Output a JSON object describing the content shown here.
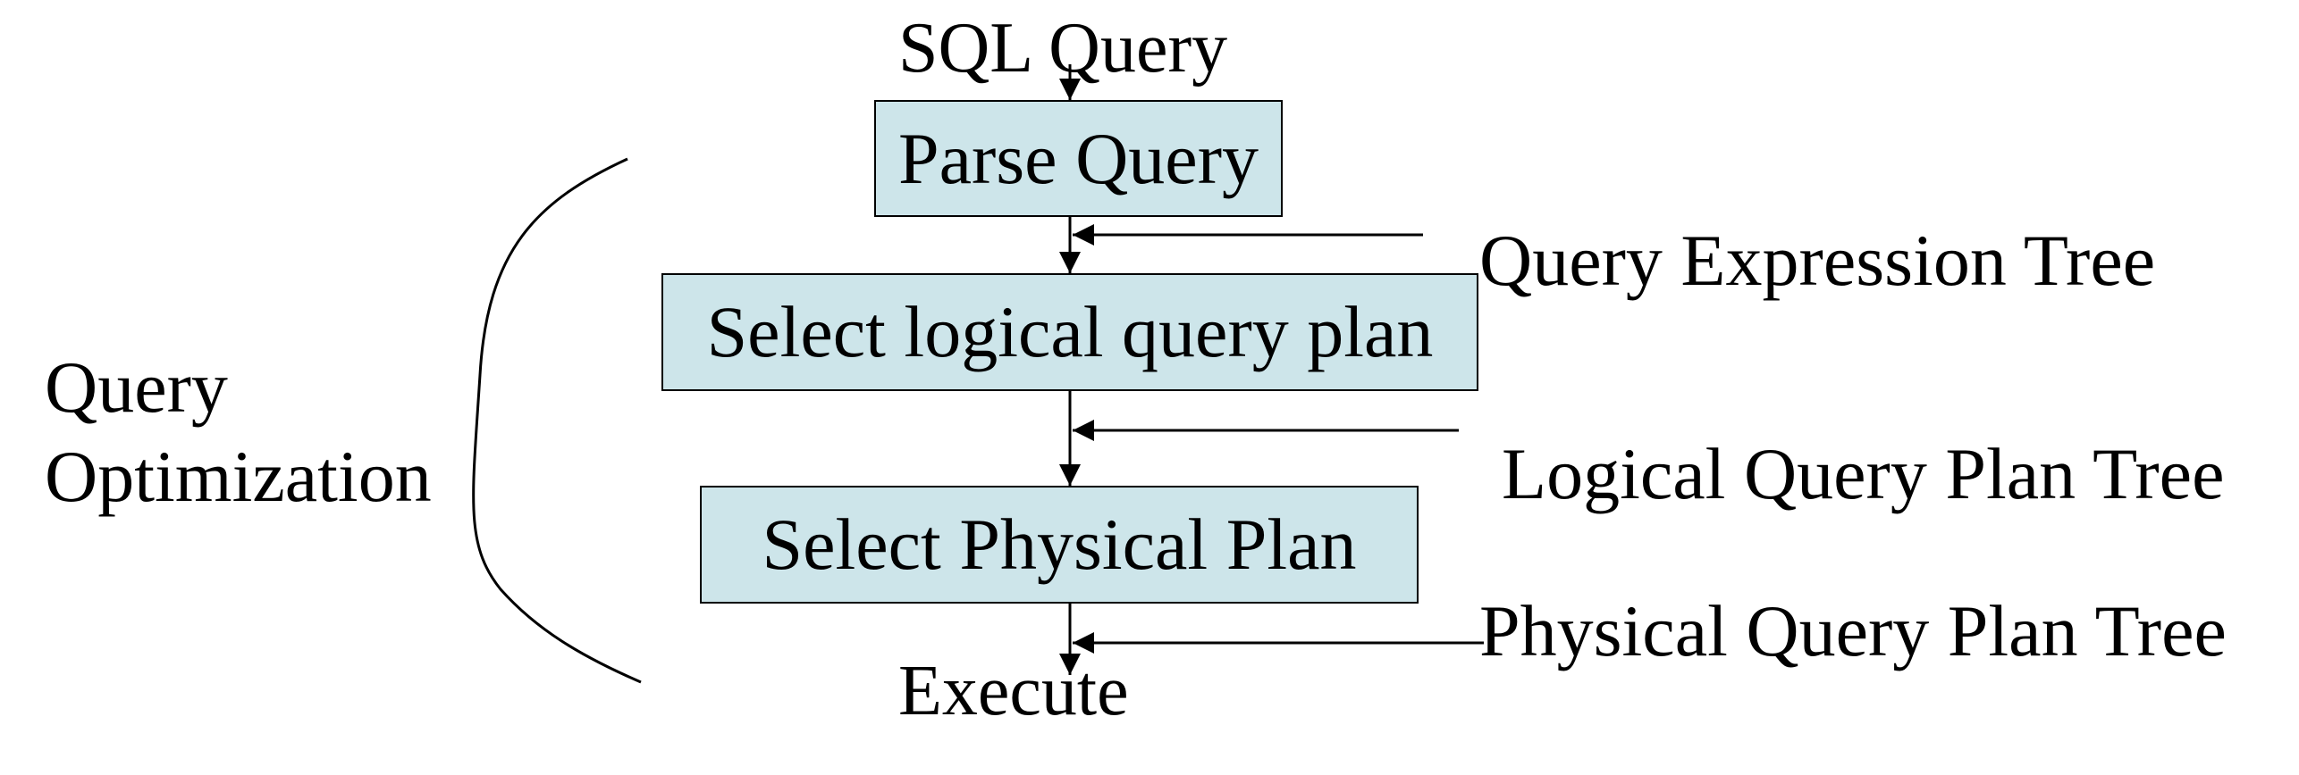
{
  "input_label": "SQL Query",
  "steps": {
    "parse": "Parse Query",
    "logical": "Select logical query plan",
    "physical": "Select Physical Plan"
  },
  "outputs": {
    "expression_tree": "Query Expression Tree",
    "logical_tree": "Logical Query Plan Tree",
    "physical_tree": "Physical Query Plan Tree"
  },
  "final_label": "Execute",
  "bracket_label": {
    "line1": "Query",
    "line2": "Optimization"
  },
  "colors": {
    "box_fill": "#cde5ea",
    "stroke": "#000000"
  }
}
